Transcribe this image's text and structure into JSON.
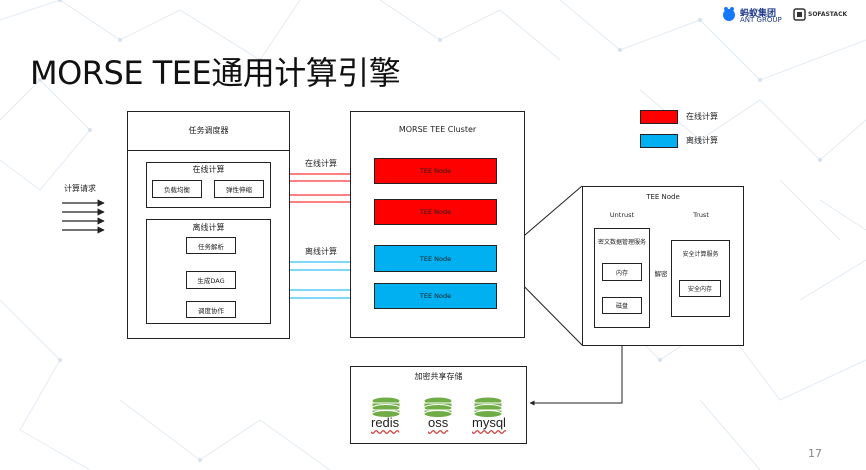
{
  "header": {
    "company_name": "蚂蚁集团",
    "company_name_en": "ANT GROUP",
    "partner_logo": "SOFASTACK",
    "title": "MORSE TEE通用计算引擎"
  },
  "input_label": "计算请求",
  "scheduler": {
    "title": "任务调度器",
    "online": {
      "title": "在线计算",
      "items": [
        "负载均衡",
        "弹性伸缩"
      ]
    },
    "offline": {
      "title": "离线计算",
      "steps": [
        "任务解析",
        "生成DAG",
        "调度协作"
      ]
    }
  },
  "flow_labels": {
    "online": "在线计算",
    "offline": "离线计算"
  },
  "cluster": {
    "title": "MORSE TEE Cluster",
    "nodes": [
      {
        "label": "TEE Node",
        "kind": "online"
      },
      {
        "label": "TEE Node",
        "kind": "online"
      },
      {
        "label": "TEE Node",
        "kind": "offline"
      },
      {
        "label": "TEE Node",
        "kind": "offline"
      }
    ]
  },
  "legend": {
    "online": "在线计算",
    "offline": "离线计算"
  },
  "colors": {
    "online": "#ff0000",
    "offline": "#00b0f0",
    "storage_db": "#70ad47"
  },
  "tee_detail": {
    "title": "TEE Node",
    "untrust": "Untrust",
    "trust": "Trust",
    "untrust_box": {
      "title": "密文数据管理服务",
      "items": [
        "内存",
        "磁盘"
      ]
    },
    "decrypt_label": "解密",
    "trust_box": {
      "title": "安全计算服务",
      "items": [
        "安全内存"
      ]
    }
  },
  "storage": {
    "title": "加密共享存储",
    "backends": [
      "redis",
      "oss",
      "mysql"
    ]
  },
  "page_number": "17"
}
